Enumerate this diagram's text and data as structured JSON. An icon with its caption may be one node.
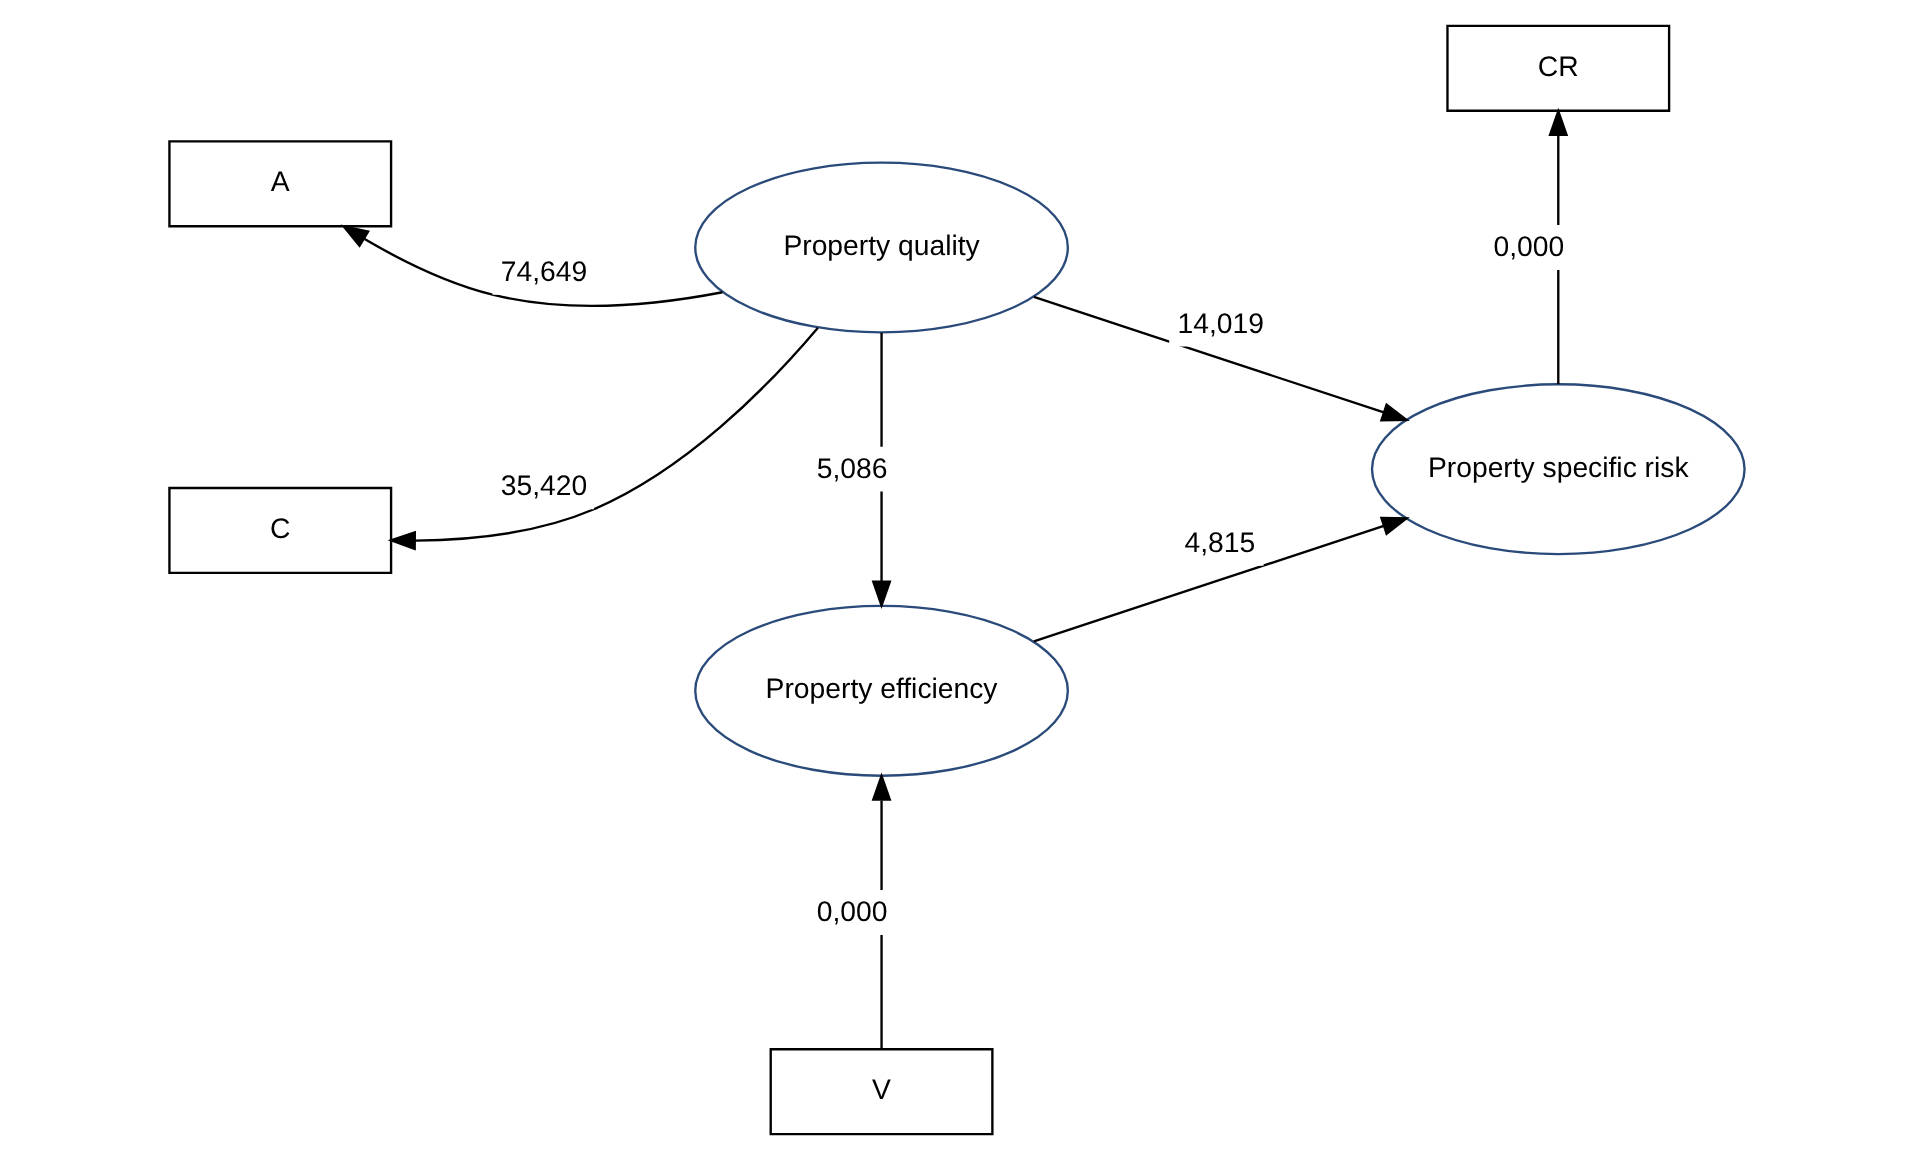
{
  "diagram": {
    "nodes": [
      {
        "text": [
          "Property quality"
        ]
      },
      {
        "text": [
          "A"
        ]
      },
      {
        "text": [
          "C"
        ]
      },
      {
        "text": [
          "CR"
        ]
      },
      {
        "text": [
          "Property efficiency"
        ]
      },
      {
        "text": [
          "Property specific risk"
        ]
      },
      {
        "text": [
          "V"
        ]
      }
    ],
    "edges": [
      {
        "from": 0,
        "to": 1,
        "arrow": "to",
        "label": "74,649"
      },
      {
        "from": 0,
        "to": 2,
        "arrow": "to",
        "label": "35,420"
      },
      {
        "from": 0,
        "to": 4,
        "arrow": "to",
        "label": "5,086"
      },
      {
        "from": 0,
        "to": 5,
        "arrow": "to",
        "label": "14,019"
      },
      {
        "from": 4,
        "to": 5,
        "arrow": "to",
        "label": "4,815"
      },
      {
        "from": 5,
        "to": 3,
        "arrow": "to",
        "label": "0,000"
      },
      {
        "from": 6,
        "to": 4,
        "arrow": "to",
        "label": "0,000"
      }
    ]
  }
}
